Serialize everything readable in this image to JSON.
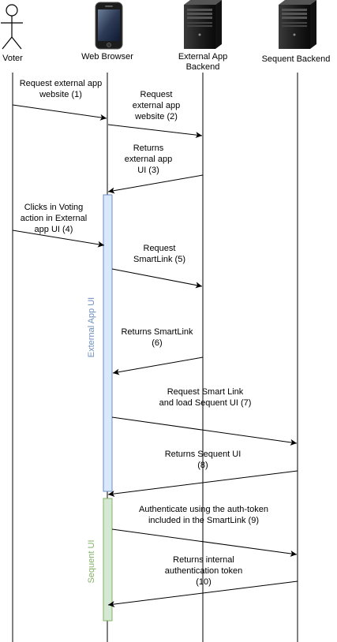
{
  "actors": [
    {
      "name": "Voter",
      "icon": "stick-figure-icon"
    },
    {
      "name": "Web Browser",
      "icon": "mobile-phone-icon"
    },
    {
      "name": "External App\nBackend",
      "icon": "server-tower-icon"
    },
    {
      "name": "Sequent Backend",
      "icon": "server-tower-icon"
    }
  ],
  "activations": [
    {
      "label": "External App UI",
      "fill": "#dae8fc",
      "stroke": "#6c8ebf",
      "text_color": "#6c8ebf"
    },
    {
      "label": "Sequent UI",
      "fill": "#d5e8d4",
      "stroke": "#82b366",
      "text_color": "#82b366"
    }
  ],
  "messages": [
    {
      "text": "Request external app\nwebsite (1)"
    },
    {
      "text": "Request\nexternal app\nwebsite (2)"
    },
    {
      "text": "Returns\nexternal app\nUI (3)"
    },
    {
      "text": "Clicks in Voting\naction in External\napp UI (4)"
    },
    {
      "text": "Request\nSmartLink (5)"
    },
    {
      "text": "Returns SmartLink\n(6)"
    },
    {
      "text": "Request Smart Link\nand load Sequent UI (7)"
    },
    {
      "text": "Returns Sequent UI\n(8)"
    },
    {
      "text": "Authenticate using the auth-token\nincluded in the SmartLink (9)"
    },
    {
      "text": "Returns internal\nauthentication token\n(10)"
    }
  ]
}
